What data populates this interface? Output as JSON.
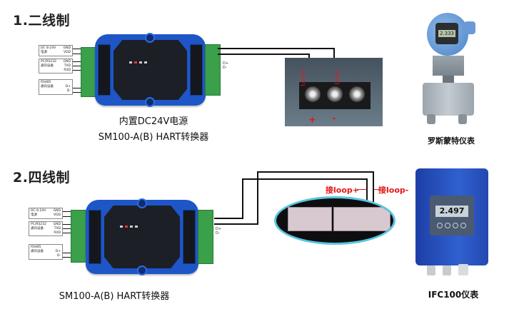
{
  "sections": [
    {
      "title": "1.二线制",
      "converter": {
        "left_labels": {
          "power": {
            "name": "DC 8-24V\n电源",
            "pins": [
              "GND",
              "VDD"
            ]
          },
          "rs232": {
            "name": "PC/RS232\n通讯设备",
            "pins": [
              "GND",
              "TXD",
              "RXD"
            ]
          },
          "rs485": {
            "name": "RS485\n通讯设备",
            "pins": [
              "D+",
              "D-"
            ]
          }
        },
        "right_pin_labels": [
          "D+",
          "D-"
        ],
        "caption_line1": "内置DC24V电源",
        "caption_line2": "SM100-A(B)  HART转换器"
      },
      "terminal_photo": {
        "labels": [
          "Loop+",
          "Loop-"
        ],
        "polarity": [
          "+",
          "-"
        ]
      },
      "instrument": {
        "display": "2.333",
        "caption": "罗斯蒙特仪表"
      }
    },
    {
      "title": "2.四线制",
      "converter": {
        "left_labels": {
          "power": {
            "name": "DC 8-24V\n电源",
            "pins": [
              "GND",
              "VDD"
            ]
          },
          "rs232": {
            "name": "PC/RS232\n通讯设备",
            "pins": [
              "GND",
              "TXD",
              "RXD"
            ]
          },
          "rs485": {
            "name": "RS485\n通讯设备",
            "pins": [
              "D+",
              "D-"
            ]
          }
        },
        "right_pin_labels": [
          "D+",
          "D-"
        ],
        "caption": "SM100-A(B) HART转换器"
      },
      "terminal_photo": {
        "labels": [
          "接loop+",
          "接loop-"
        ]
      },
      "instrument": {
        "display": "2.497",
        "caption": "IFC100仪表"
      }
    }
  ],
  "colors": {
    "converter_blue": "#1e56c8",
    "terminal_green": "#3aa04a",
    "annotation_red": "#e01818",
    "ellipse_border": "#58c6e0"
  }
}
